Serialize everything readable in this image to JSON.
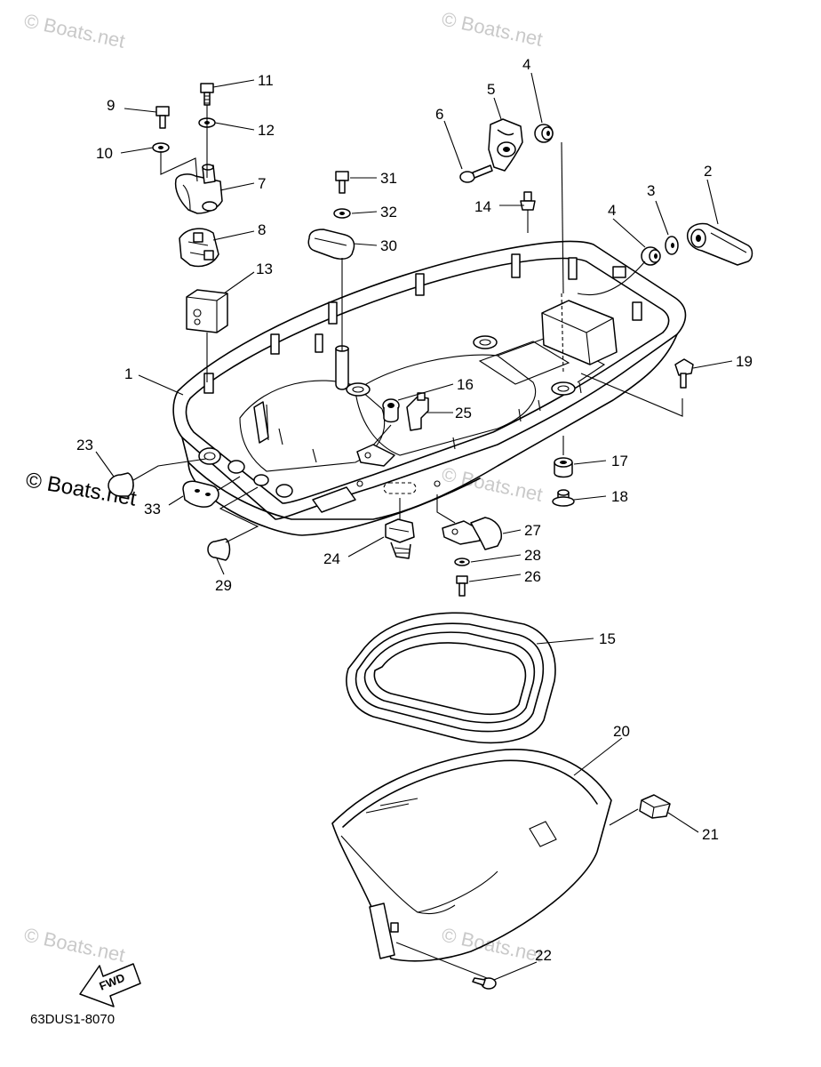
{
  "diagram": {
    "drawing_code": "63DUS1-8070",
    "fwd_label": "FWD",
    "watermarks": {
      "primary": "© Boats.net",
      "faint": "© Boats.net"
    },
    "callouts": [
      {
        "id": "c1",
        "label": "1"
      },
      {
        "id": "c2",
        "label": "2"
      },
      {
        "id": "c3",
        "label": "3"
      },
      {
        "id": "c4a",
        "label": "4"
      },
      {
        "id": "c4b",
        "label": "4"
      },
      {
        "id": "c5",
        "label": "5"
      },
      {
        "id": "c6",
        "label": "6"
      },
      {
        "id": "c7",
        "label": "7"
      },
      {
        "id": "c8",
        "label": "8"
      },
      {
        "id": "c9",
        "label": "9"
      },
      {
        "id": "c10",
        "label": "10"
      },
      {
        "id": "c11",
        "label": "11"
      },
      {
        "id": "c12",
        "label": "12"
      },
      {
        "id": "c13",
        "label": "13"
      },
      {
        "id": "c14",
        "label": "14"
      },
      {
        "id": "c15",
        "label": "15"
      },
      {
        "id": "c16",
        "label": "16"
      },
      {
        "id": "c17",
        "label": "17"
      },
      {
        "id": "c18",
        "label": "18"
      },
      {
        "id": "c19",
        "label": "19"
      },
      {
        "id": "c20",
        "label": "20"
      },
      {
        "id": "c21",
        "label": "21"
      },
      {
        "id": "c22",
        "label": "22"
      },
      {
        "id": "c23",
        "label": "23"
      },
      {
        "id": "c24",
        "label": "24"
      },
      {
        "id": "c25",
        "label": "25"
      },
      {
        "id": "c26",
        "label": "26"
      },
      {
        "id": "c27",
        "label": "27"
      },
      {
        "id": "c28",
        "label": "28"
      },
      {
        "id": "c29",
        "label": "29"
      },
      {
        "id": "c30",
        "label": "30"
      },
      {
        "id": "c31",
        "label": "31"
      },
      {
        "id": "c32",
        "label": "32"
      },
      {
        "id": "c33",
        "label": "33"
      }
    ]
  }
}
